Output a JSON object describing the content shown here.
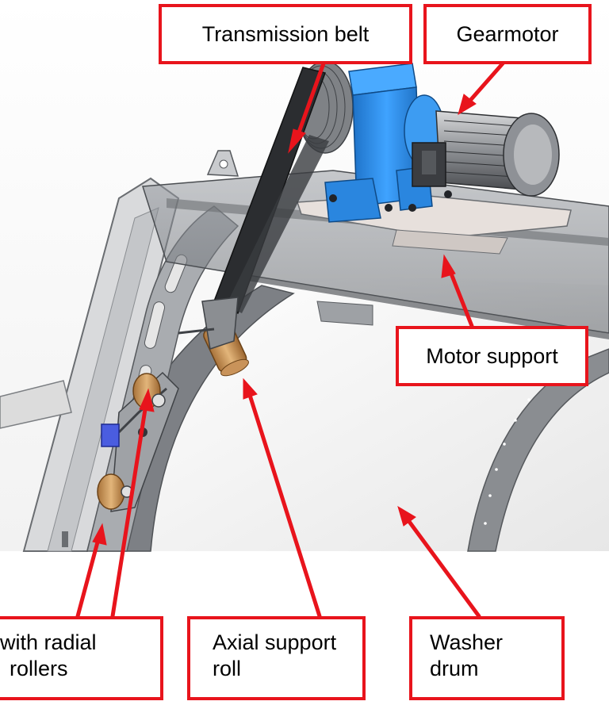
{
  "colors": {
    "label_border": "#e8141c",
    "arrow": "#e8141c",
    "gearmotor_blue": "#2f8fe6",
    "frame_gray": "#b9bcc1"
  },
  "labels": {
    "transmission_belt": "Transmission belt",
    "gearmotor": "Gearmotor",
    "motor_support": "Motor support",
    "radial_line1": "with radial",
    "radial_line2": "rollers",
    "axial_line1": "Axial support",
    "axial_line2": "roll",
    "drum_line1": "Washer",
    "drum_line2": "drum"
  }
}
